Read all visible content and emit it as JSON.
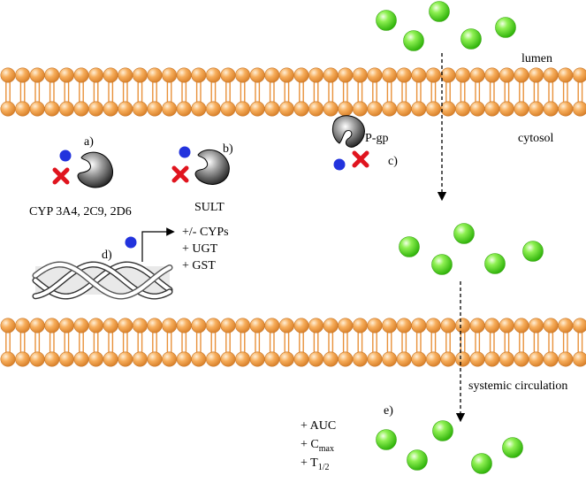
{
  "labels": {
    "lumen": "lumen",
    "cytosol": "cytosol",
    "systemic_circulation": "systemic circulation",
    "a": "a)",
    "b": "b)",
    "c": "c)",
    "d": "d)",
    "e": "e)",
    "cyp": "CYP 3A4, 2C9, 2D6",
    "sult": "SULT",
    "pgp": "P-gp",
    "gene_products": [
      "+/- CYPs",
      "+ UGT",
      "+ GST"
    ],
    "outcomes": {
      "auc": "+ AUC",
      "cmax_prefix": "+ C",
      "cmax_sub": "max",
      "thalf_prefix": "+ T",
      "thalf_sub": "1/2"
    }
  },
  "colors": {
    "membrane_head": "#f5a34a",
    "membrane_head_light": "#fde1b8",
    "membrane_tail": "#e8913a",
    "drug_sphere": "#4fdc1f",
    "drug_sphere_light": "#e9ffd6",
    "inhibitor_dot": "#2233dd",
    "block_x": "#e0141e",
    "enzyme": "#1a1a1a"
  },
  "icons": [
    "drug-molecule-icon",
    "enzyme-icon",
    "inhibition-x-icon",
    "dna-helix-icon",
    "transcription-arrow-icon"
  ]
}
